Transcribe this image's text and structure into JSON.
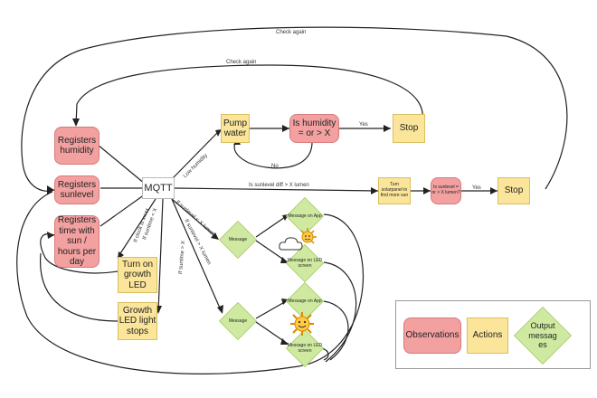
{
  "nodes": {
    "registers_humidity": "Registers humidity",
    "registers_sunlevel": "Registers sunlevel",
    "registers_time": "Registers time with sun / hours per day",
    "mqtt": "MQTT",
    "turn_on_growth_led": "Turn on growth LED",
    "growth_led_stops": "Growth LED light stops",
    "pump_water": "Pump water",
    "is_humidity": "Is humidity = or > X",
    "stop_top": "Stop",
    "turn_solarpanel": "Turn solarpanel to find more sun",
    "is_sunlevel": "Is sunlevel = or > X lumen?",
    "stop_mid": "Stop",
    "message_1": "Message",
    "message_2": "Message",
    "message_app_1": "Message on App",
    "message_led_1": "Message on LED screen",
    "message_app_2": "Message on App",
    "message_led_2": "Message on LED screen"
  },
  "edge_labels": {
    "check_again_outer": "Check again",
    "check_again_inner": "Check again",
    "yes_1": "Yes",
    "no": "No",
    "low_humidity": "Low humidity",
    "sunlevel_diff": "Is sunlevel diff > X lumen",
    "yes_2": "Yes",
    "if_clock": "If clock is xx:xx",
    "if_suntime_lt": "If suntime < X",
    "if_suntime_gt": "If suntime > X",
    "if_sunlevel_lt": "If sunlevel < X lumen",
    "if_sunlevel_gt": "If sunlevel > X lumen"
  },
  "legend": {
    "observations": "Observations",
    "actions": "Actions",
    "output_messages": "Output messag es"
  },
  "icons": {
    "cloud_sun": "cloud-sun-icon",
    "sun": "sun-icon"
  },
  "colors": {
    "observation": "#f2a0a0",
    "action": "#fbe59a",
    "output": "#cfeaa0"
  }
}
